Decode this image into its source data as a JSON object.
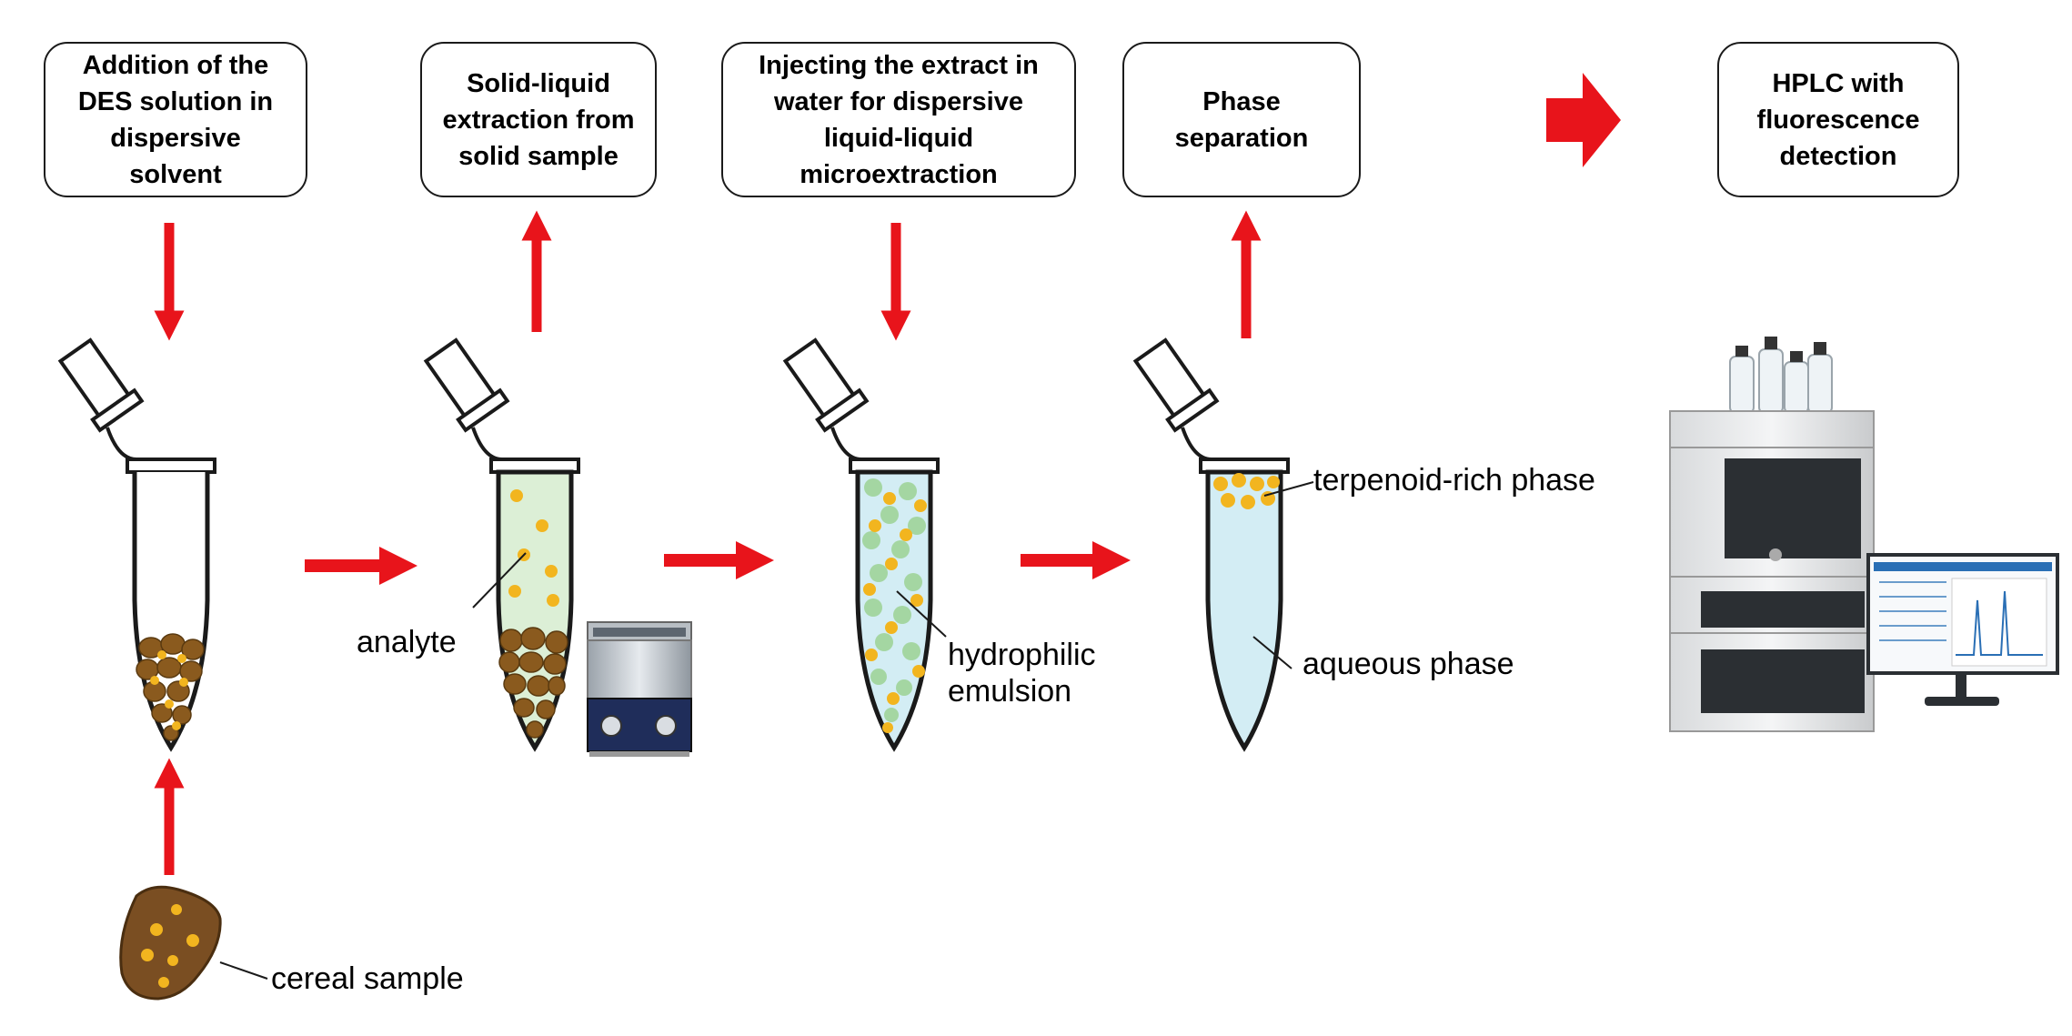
{
  "steps": [
    {
      "text": "Addition of the\nDES solution in\ndispersive\nsolvent"
    },
    {
      "text": "Solid-liquid\nextraction from\nsolid sample"
    },
    {
      "text": "Injecting the extract in\nwater for dispersive\nliquid-liquid\nmicroextraction"
    },
    {
      "text": "Phase\nseparation"
    },
    {
      "text": "HPLC with\nfluorescence\ndetection"
    }
  ],
  "labels": {
    "cereal": "cereal sample",
    "analyte": "analyte",
    "emulsion": "hydrophilic\nemulsion",
    "terpenoid": "terpenoid-rich phase",
    "aqueous": "aqueous phase"
  },
  "colors": {
    "arrow": "#e8141b",
    "seed": "#8a5a1e",
    "dot": "#f2b51f",
    "extract": "#dcefd6",
    "emulsion_drop": "#9fd49a",
    "aqueous": "#d3edf4"
  },
  "icons": [
    "eppendorf-tube-icon",
    "ultrasonic-bath-icon",
    "hplc-instrument-icon",
    "cereal-sample-icon"
  ]
}
